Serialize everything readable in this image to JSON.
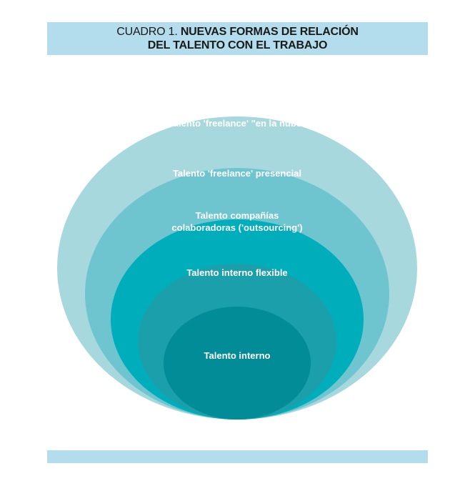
{
  "header": {
    "prefix": "CUADRO 1.",
    "title_line1": "NUEVAS FORMAS DE RELACIÓN",
    "title_line2": "DEL TALENTO CON EL TRABAJO"
  },
  "rings": [
    {
      "label": "Talento 'freelance' \"en la nube\"",
      "color": "#a6d8de"
    },
    {
      "label": "Talento 'freelance' presencial",
      "color": "#6ec5cf"
    },
    {
      "label_line1": "Talento compañías",
      "label_line2": "colaboradoras ('outsourcing')",
      "color": "#00aebb"
    },
    {
      "label": "Talento interno flexible",
      "color": "#1b9fab"
    },
    {
      "label": "Talento interno",
      "color": "#028c97"
    }
  ]
}
